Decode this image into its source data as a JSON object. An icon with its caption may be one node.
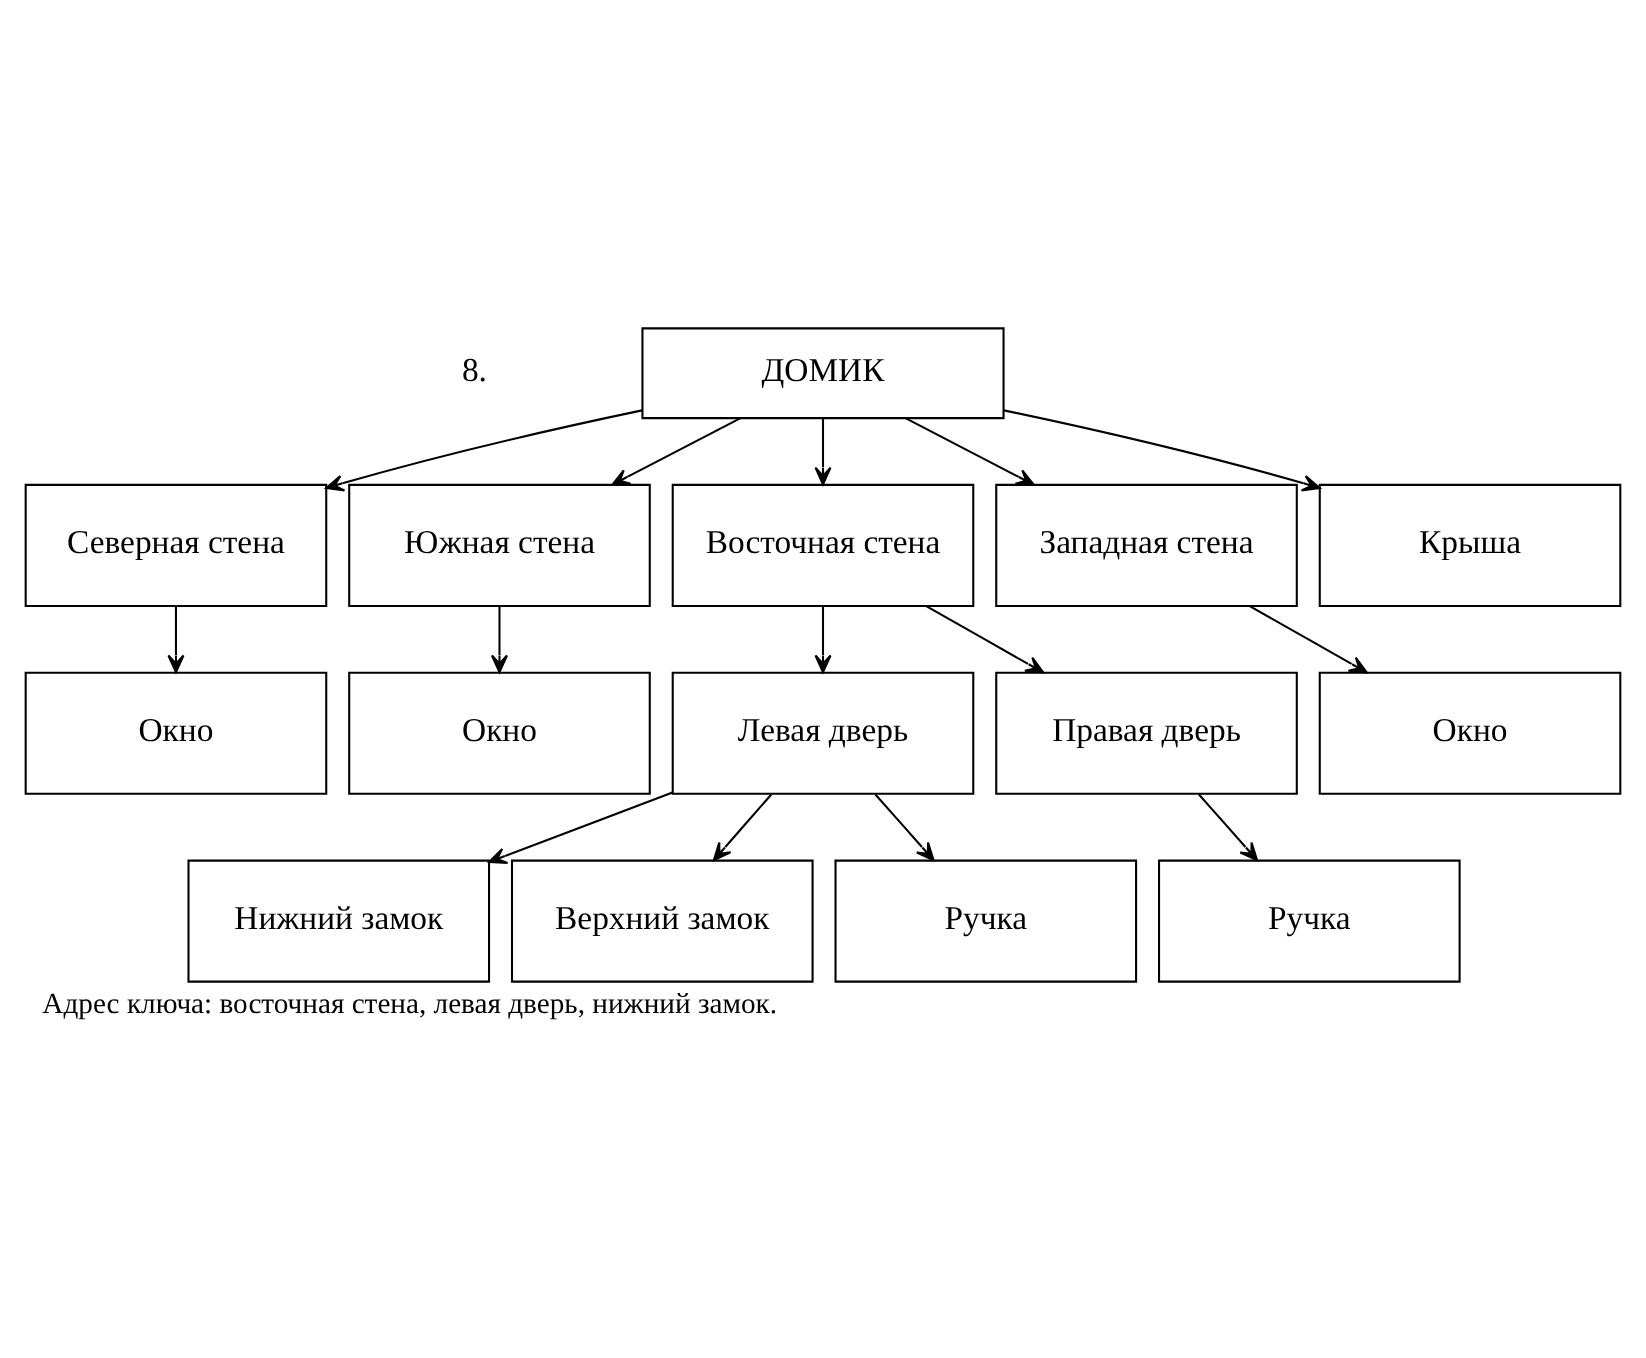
{
  "diagram": {
    "caption": "Адрес ключа: восточная стена, левая дверь, нижний замок.",
    "nodes": [
      {
        "text": [
          "ДОМИК"
        ]
      },
      {
        "text": [
          "Северная стена"
        ]
      },
      {
        "text": [
          "Южная стена"
        ]
      },
      {
        "text": [
          "Восточная стена"
        ]
      },
      {
        "text": [
          "Западная стена"
        ]
      },
      {
        "text": [
          "Крыша"
        ]
      },
      {
        "text": [
          "Окно"
        ]
      },
      {
        "text": [
          "Окно"
        ]
      },
      {
        "text": [
          "Левая дверь"
        ]
      },
      {
        "text": [
          "Правая дверь"
        ]
      },
      {
        "text": [
          "Окно"
        ]
      },
      {
        "text": [
          "Нижний замок"
        ]
      },
      {
        "text": [
          "Верхний замок"
        ]
      },
      {
        "text": [
          "Ручка"
        ]
      },
      {
        "text": [
          "Ручка"
        ]
      }
    ],
    "edges": [
      {
        "from": 0,
        "to": 1,
        "arrow": "to"
      },
      {
        "from": 0,
        "to": 2,
        "arrow": "to"
      },
      {
        "from": 0,
        "to": 3,
        "arrow": "to"
      },
      {
        "from": 0,
        "to": 4,
        "arrow": "to"
      },
      {
        "from": 0,
        "to": 5,
        "arrow": "to"
      },
      {
        "from": 1,
        "to": 6,
        "arrow": "to"
      },
      {
        "from": 2,
        "to": 7,
        "arrow": "to"
      },
      {
        "from": 3,
        "to": 8,
        "arrow": "to"
      },
      {
        "from": 3,
        "to": 9,
        "arrow": "to"
      },
      {
        "from": 4,
        "to": 10,
        "arrow": "to"
      },
      {
        "from": 8,
        "to": 11,
        "arrow": "to"
      },
      {
        "from": 8,
        "to": 12,
        "arrow": "to"
      },
      {
        "from": 8,
        "to": 13,
        "arrow": "to"
      },
      {
        "from": 9,
        "to": 14,
        "arrow": "to"
      }
    ],
    "labels": [
      "8."
    ]
  }
}
